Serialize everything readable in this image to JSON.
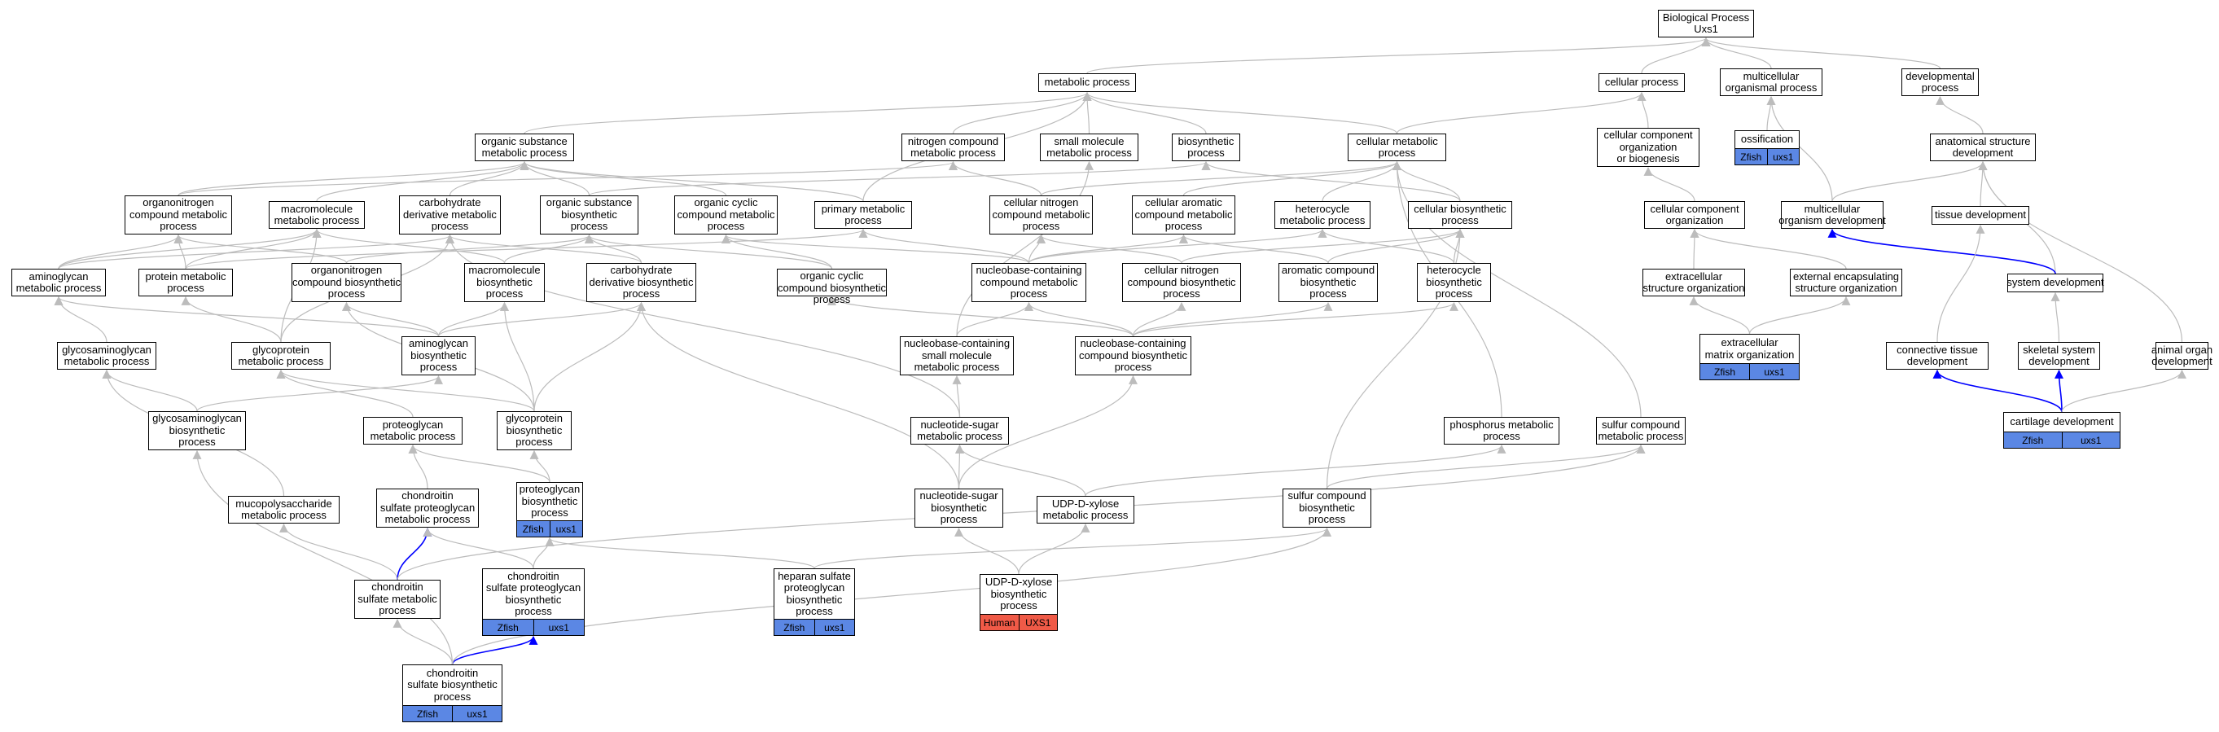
{
  "colors": {
    "edge": "#bcbcbc",
    "edge_highlight": "#0000ff",
    "zfish": "#5b87e4",
    "human": "#f05a47",
    "node_border": "#000000"
  },
  "nodes": [
    {
      "id": "bp",
      "lines": [
        "Biological Process",
        "Uxs1"
      ]
    },
    {
      "id": "metabolic",
      "lines": [
        "metabolic process"
      ]
    },
    {
      "id": "cellular",
      "lines": [
        "cellular process"
      ]
    },
    {
      "id": "multicellular_org",
      "lines": [
        "multicellular",
        "organismal process"
      ]
    },
    {
      "id": "developmental",
      "lines": [
        "developmental",
        "process"
      ]
    },
    {
      "id": "organic_sub_met",
      "lines": [
        "organic substance",
        "metabolic process"
      ]
    },
    {
      "id": "nitrogen_comp_met",
      "lines": [
        "nitrogen compound",
        "metabolic process"
      ]
    },
    {
      "id": "small_mol_met",
      "lines": [
        "small molecule",
        "metabolic process"
      ]
    },
    {
      "id": "biosynthetic",
      "lines": [
        "biosynthetic",
        "process"
      ]
    },
    {
      "id": "cellular_met",
      "lines": [
        "cellular metabolic",
        "process"
      ]
    },
    {
      "id": "cell_comp_org_bio",
      "lines": [
        "cellular component",
        "organization",
        "or biogenesis"
      ]
    },
    {
      "id": "ossification",
      "lines": [
        "ossification"
      ],
      "ann": {
        "species": "Zfish",
        "gene": "uxs1",
        "kind": "zfish"
      }
    },
    {
      "id": "anat_struct_dev",
      "lines": [
        "anatomical structure",
        "development"
      ]
    },
    {
      "id": "organonitrogen_met",
      "lines": [
        "organonitrogen",
        "compound metabolic",
        "process"
      ]
    },
    {
      "id": "macromolecule_met",
      "lines": [
        "macromolecule",
        "metabolic process"
      ]
    },
    {
      "id": "carb_deriv_met",
      "lines": [
        "carbohydrate",
        "derivative metabolic",
        "process"
      ]
    },
    {
      "id": "organic_sub_bio",
      "lines": [
        "organic substance",
        "biosynthetic",
        "process"
      ]
    },
    {
      "id": "organic_cyclic_met",
      "lines": [
        "organic cyclic",
        "compound metabolic",
        "process"
      ]
    },
    {
      "id": "primary_met",
      "lines": [
        "primary metabolic",
        "process"
      ]
    },
    {
      "id": "cell_nitrogen_met",
      "lines": [
        "cellular nitrogen",
        "compound metabolic",
        "process"
      ]
    },
    {
      "id": "cell_aromatic_met",
      "lines": [
        "cellular aromatic",
        "compound metabolic",
        "process"
      ]
    },
    {
      "id": "heterocycle_met",
      "lines": [
        "heterocycle",
        "metabolic process"
      ]
    },
    {
      "id": "cell_bio",
      "lines": [
        "cellular biosynthetic",
        "process"
      ]
    },
    {
      "id": "cell_comp_org",
      "lines": [
        "cellular component",
        "organization"
      ]
    },
    {
      "id": "multicell_org_dev",
      "lines": [
        "multicellular",
        "organism development"
      ]
    },
    {
      "id": "tissue_dev",
      "lines": [
        "tissue development"
      ]
    },
    {
      "id": "aminoglycan_met",
      "lines": [
        "aminoglycan",
        "metabolic process"
      ]
    },
    {
      "id": "protein_met",
      "lines": [
        "protein metabolic",
        "process"
      ]
    },
    {
      "id": "organonitrogen_bio",
      "lines": [
        "organonitrogen",
        "compound biosynthetic",
        "process"
      ]
    },
    {
      "id": "macromolecule_bio",
      "lines": [
        "macromolecule",
        "biosynthetic",
        "process"
      ]
    },
    {
      "id": "carb_deriv_bio",
      "lines": [
        "carbohydrate",
        "derivative biosynthetic",
        "process"
      ]
    },
    {
      "id": "organic_cyclic_bio",
      "lines": [
        "organic cyclic",
        "compound biosynthetic",
        "process"
      ]
    },
    {
      "id": "nucleobase_met",
      "lines": [
        "nucleobase-containing",
        "compound metabolic",
        "process"
      ]
    },
    {
      "id": "cell_nitrogen_bio",
      "lines": [
        "cellular nitrogen",
        "compound biosynthetic",
        "process"
      ]
    },
    {
      "id": "aromatic_bio",
      "lines": [
        "aromatic compound",
        "biosynthetic",
        "process"
      ]
    },
    {
      "id": "heterocycle_bio",
      "lines": [
        "heterocycle",
        "biosynthetic",
        "process"
      ]
    },
    {
      "id": "extracell_struct_org",
      "lines": [
        "extracellular",
        "structure organization"
      ]
    },
    {
      "id": "ext_encaps_org",
      "lines": [
        "external encapsulating",
        "structure organization"
      ]
    },
    {
      "id": "system_dev",
      "lines": [
        "system development"
      ]
    },
    {
      "id": "gag_met",
      "lines": [
        "glycosaminoglycan",
        "metabolic process"
      ]
    },
    {
      "id": "glycoprotein_met",
      "lines": [
        "glycoprotein",
        "metabolic process"
      ]
    },
    {
      "id": "aminoglycan_bio",
      "lines": [
        "aminoglycan",
        "biosynthetic",
        "process"
      ]
    },
    {
      "id": "nucleobase_small_met",
      "lines": [
        "nucleobase-containing",
        "small molecule",
        "metabolic process"
      ]
    },
    {
      "id": "nucleobase_bio",
      "lines": [
        "nucleobase-containing",
        "compound biosynthetic",
        "process"
      ]
    },
    {
      "id": "extracell_matrix_org",
      "lines": [
        "extracellular",
        "matrix organization"
      ],
      "ann": {
        "species": "Zfish",
        "gene": "uxs1",
        "kind": "zfish"
      }
    },
    {
      "id": "connective_tissue_dev",
      "lines": [
        "connective tissue",
        "development"
      ]
    },
    {
      "id": "skeletal_dev",
      "lines": [
        "skeletal system",
        "development"
      ]
    },
    {
      "id": "animal_organ_dev",
      "lines": [
        "animal organ",
        "development"
      ]
    },
    {
      "id": "gag_bio",
      "lines": [
        "glycosaminoglycan",
        "biosynthetic",
        "process"
      ]
    },
    {
      "id": "proteoglycan_met",
      "lines": [
        "proteoglycan",
        "metabolic process"
      ]
    },
    {
      "id": "glycoprotein_bio",
      "lines": [
        "glycoprotein",
        "biosynthetic",
        "process"
      ]
    },
    {
      "id": "nucleotide_sugar_met",
      "lines": [
        "nucleotide-sugar",
        "metabolic process"
      ]
    },
    {
      "id": "phosphorus_met",
      "lines": [
        "phosphorus metabolic",
        "process"
      ]
    },
    {
      "id": "sulfur_met",
      "lines": [
        "sulfur compound",
        "metabolic process"
      ]
    },
    {
      "id": "cartilage_dev",
      "lines": [
        "cartilage development"
      ],
      "ann": {
        "species": "Zfish",
        "gene": "uxs1",
        "kind": "zfish"
      }
    },
    {
      "id": "chondroitin_pg_met",
      "lines": [
        "chondroitin",
        "sulfate proteoglycan",
        "metabolic process"
      ]
    },
    {
      "id": "proteoglycan_bio",
      "lines": [
        "proteoglycan",
        "biosynthetic",
        "process"
      ],
      "ann": {
        "species": "Zfish",
        "gene": "uxs1",
        "kind": "zfish"
      }
    },
    {
      "id": "mucopolysacch_met",
      "lines": [
        "mucopolysaccharide",
        "metabolic process"
      ]
    },
    {
      "id": "nucleotide_sugar_bio",
      "lines": [
        "nucleotide-sugar",
        "biosynthetic",
        "process"
      ]
    },
    {
      "id": "udp_xylose_met",
      "lines": [
        "UDP-D-xylose",
        "metabolic process"
      ]
    },
    {
      "id": "sulfur_bio",
      "lines": [
        "sulfur compound",
        "biosynthetic",
        "process"
      ]
    },
    {
      "id": "chondroitin_sulfate_met",
      "lines": [
        "chondroitin",
        "sulfate metabolic",
        "process"
      ]
    },
    {
      "id": "chondroitin_pg_bio",
      "lines": [
        "chondroitin",
        "sulfate proteoglycan",
        "biosynthetic",
        "process"
      ],
      "ann": {
        "species": "Zfish",
        "gene": "uxs1",
        "kind": "zfish"
      }
    },
    {
      "id": "heparan_pg_bio",
      "lines": [
        "heparan sulfate",
        "proteoglycan",
        "biosynthetic",
        "process"
      ],
      "ann": {
        "species": "Zfish",
        "gene": "uxs1",
        "kind": "zfish"
      }
    },
    {
      "id": "udp_xylose_bio",
      "lines": [
        "UDP-D-xylose",
        "biosynthetic",
        "process"
      ],
      "ann": {
        "species": "Human",
        "gene": "UXS1",
        "kind": "human"
      }
    },
    {
      "id": "chondroitin_sulfate_bio",
      "lines": [
        "chondroitin",
        "sulfate biosynthetic",
        "process"
      ],
      "ann": {
        "species": "Zfish",
        "gene": "uxs1",
        "kind": "zfish"
      }
    }
  ],
  "edges": [
    {
      "from": "metabolic",
      "to": "bp"
    },
    {
      "from": "cellular",
      "to": "bp"
    },
    {
      "from": "multicellular_org",
      "to": "bp"
    },
    {
      "from": "developmental",
      "to": "bp"
    },
    {
      "from": "organic_sub_met",
      "to": "metabolic"
    },
    {
      "from": "nitrogen_comp_met",
      "to": "metabolic"
    },
    {
      "from": "small_mol_met",
      "to": "metabolic"
    },
    {
      "from": "biosynthetic",
      "to": "metabolic"
    },
    {
      "from": "cellular_met",
      "to": "metabolic"
    },
    {
      "from": "primary_met",
      "to": "metabolic"
    },
    {
      "from": "cellular_met",
      "to": "cellular"
    },
    {
      "from": "cell_comp_org_bio",
      "to": "cellular"
    },
    {
      "from": "ossification",
      "to": "multicellular_org"
    },
    {
      "from": "anat_struct_dev",
      "to": "developmental"
    },
    {
      "from": "organonitrogen_met",
      "to": "organic_sub_met"
    },
    {
      "from": "macromolecule_met",
      "to": "organic_sub_met"
    },
    {
      "from": "carb_deriv_met",
      "to": "organic_sub_met"
    },
    {
      "from": "organic_sub_bio",
      "to": "organic_sub_met"
    },
    {
      "from": "organic_cyclic_met",
      "to": "organic_sub_met"
    },
    {
      "from": "primary_met",
      "to": "organic_sub_met"
    },
    {
      "from": "organonitrogen_met",
      "to": "nitrogen_comp_met"
    },
    {
      "from": "cell_nitrogen_met",
      "to": "nitrogen_comp_met"
    },
    {
      "from": "nucleobase_small_met",
      "to": "small_mol_met"
    },
    {
      "from": "organic_sub_bio",
      "to": "biosynthetic"
    },
    {
      "from": "cell_bio",
      "to": "biosynthetic"
    },
    {
      "from": "cell_nitrogen_met",
      "to": "cellular_met"
    },
    {
      "from": "cell_aromatic_met",
      "to": "cellular_met"
    },
    {
      "from": "heterocycle_met",
      "to": "cellular_met"
    },
    {
      "from": "cell_bio",
      "to": "cellular_met"
    },
    {
      "from": "phosphorus_met",
      "to": "cellular_met"
    },
    {
      "from": "sulfur_met",
      "to": "cellular_met"
    },
    {
      "from": "cell_comp_org",
      "to": "cell_comp_org_bio"
    },
    {
      "from": "multicell_org_dev",
      "to": "multicellular_org"
    },
    {
      "from": "multicell_org_dev",
      "to": "anat_struct_dev"
    },
    {
      "from": "tissue_dev",
      "to": "anat_struct_dev"
    },
    {
      "from": "system_dev",
      "to": "anat_struct_dev"
    },
    {
      "from": "animal_organ_dev",
      "to": "anat_struct_dev"
    },
    {
      "from": "aminoglycan_met",
      "to": "organonitrogen_met"
    },
    {
      "from": "aminoglycan_met",
      "to": "macromolecule_met"
    },
    {
      "from": "aminoglycan_met",
      "to": "carb_deriv_met"
    },
    {
      "from": "protein_met",
      "to": "organonitrogen_met"
    },
    {
      "from": "protein_met",
      "to": "macromolecule_met"
    },
    {
      "from": "protein_met",
      "to": "primary_met"
    },
    {
      "from": "organonitrogen_bio",
      "to": "organonitrogen_met"
    },
    {
      "from": "organonitrogen_bio",
      "to": "organic_sub_bio"
    },
    {
      "from": "macromolecule_bio",
      "to": "macromolecule_met"
    },
    {
      "from": "macromolecule_bio",
      "to": "organic_sub_bio"
    },
    {
      "from": "carb_deriv_bio",
      "to": "carb_deriv_met"
    },
    {
      "from": "carb_deriv_bio",
      "to": "organic_sub_bio"
    },
    {
      "from": "organic_cyclic_bio",
      "to": "organic_cyclic_met"
    },
    {
      "from": "organic_cyclic_bio",
      "to": "organic_sub_bio"
    },
    {
      "from": "nucleobase_met",
      "to": "organic_cyclic_met"
    },
    {
      "from": "nucleobase_met",
      "to": "cell_nitrogen_met"
    },
    {
      "from": "nucleobase_met",
      "to": "cell_aromatic_met"
    },
    {
      "from": "nucleobase_met",
      "to": "heterocycle_met"
    },
    {
      "from": "nucleobase_met",
      "to": "primary_met"
    },
    {
      "from": "cell_nitrogen_bio",
      "to": "cell_nitrogen_met"
    },
    {
      "from": "cell_nitrogen_bio",
      "to": "cell_bio"
    },
    {
      "from": "aromatic_bio",
      "to": "cell_aromatic_met"
    },
    {
      "from": "aromatic_bio",
      "to": "cell_bio"
    },
    {
      "from": "heterocycle_bio",
      "to": "heterocycle_met"
    },
    {
      "from": "heterocycle_bio",
      "to": "cell_bio"
    },
    {
      "from": "extracell_struct_org",
      "to": "cell_comp_org"
    },
    {
      "from": "ext_encaps_org",
      "to": "cell_comp_org"
    },
    {
      "from": "system_dev",
      "to": "multicell_org_dev",
      "highlight": true
    },
    {
      "from": "gag_met",
      "to": "aminoglycan_met"
    },
    {
      "from": "glycoprotein_met",
      "to": "macromolecule_met"
    },
    {
      "from": "glycoprotein_met",
      "to": "carb_deriv_met"
    },
    {
      "from": "glycoprotein_met",
      "to": "protein_met"
    },
    {
      "from": "aminoglycan_bio",
      "to": "aminoglycan_met"
    },
    {
      "from": "aminoglycan_bio",
      "to": "organonitrogen_bio"
    },
    {
      "from": "aminoglycan_bio",
      "to": "macromolecule_bio"
    },
    {
      "from": "aminoglycan_bio",
      "to": "carb_deriv_bio"
    },
    {
      "from": "nucleobase_small_met",
      "to": "nucleobase_met"
    },
    {
      "from": "nucleobase_bio",
      "to": "organic_cyclic_bio"
    },
    {
      "from": "nucleobase_bio",
      "to": "nucleobase_met"
    },
    {
      "from": "nucleobase_bio",
      "to": "cell_nitrogen_bio"
    },
    {
      "from": "nucleobase_bio",
      "to": "aromatic_bio"
    },
    {
      "from": "nucleobase_bio",
      "to": "heterocycle_bio"
    },
    {
      "from": "extracell_matrix_org",
      "to": "extracell_struct_org"
    },
    {
      "from": "extracell_matrix_org",
      "to": "ext_encaps_org"
    },
    {
      "from": "connective_tissue_dev",
      "to": "tissue_dev"
    },
    {
      "from": "skeletal_dev",
      "to": "system_dev"
    },
    {
      "from": "gag_bio",
      "to": "gag_met"
    },
    {
      "from": "gag_bio",
      "to": "aminoglycan_bio"
    },
    {
      "from": "proteoglycan_met",
      "to": "glycoprotein_met"
    },
    {
      "from": "glycoprotein_bio",
      "to": "glycoprotein_met"
    },
    {
      "from": "glycoprotein_bio",
      "to": "macromolecule_bio"
    },
    {
      "from": "glycoprotein_bio",
      "to": "carb_deriv_bio"
    },
    {
      "from": "glycoprotein_bio",
      "to": "organonitrogen_bio"
    },
    {
      "from": "nucleotide_sugar_met",
      "to": "nucleobase_small_met"
    },
    {
      "from": "nucleotide_sugar_met",
      "to": "carb_deriv_met"
    },
    {
      "from": "cartilage_dev",
      "to": "connective_tissue_dev",
      "highlight": true
    },
    {
      "from": "cartilage_dev",
      "to": "skeletal_dev",
      "highlight": true
    },
    {
      "from": "cartilage_dev",
      "to": "animal_organ_dev"
    },
    {
      "from": "chondroitin_pg_met",
      "to": "proteoglycan_met"
    },
    {
      "from": "proteoglycan_bio",
      "to": "proteoglycan_met"
    },
    {
      "from": "proteoglycan_bio",
      "to": "glycoprotein_bio"
    },
    {
      "from": "mucopolysacch_met",
      "to": "gag_met"
    },
    {
      "from": "nucleotide_sugar_bio",
      "to": "nucleotide_sugar_met"
    },
    {
      "from": "nucleotide_sugar_bio",
      "to": "nucleobase_bio"
    },
    {
      "from": "nucleotide_sugar_bio",
      "to": "carb_deriv_bio"
    },
    {
      "from": "udp_xylose_met",
      "to": "nucleotide_sugar_met"
    },
    {
      "from": "udp_xylose_met",
      "to": "phosphorus_met"
    },
    {
      "from": "sulfur_bio",
      "to": "sulfur_met"
    },
    {
      "from": "sulfur_bio",
      "to": "cell_bio"
    },
    {
      "from": "chondroitin_sulfate_met",
      "to": "mucopolysacch_met"
    },
    {
      "from": "chondroitin_sulfate_met",
      "to": "chondroitin_pg_met",
      "highlight": true
    },
    {
      "from": "chondroitin_pg_bio",
      "to": "chondroitin_pg_met"
    },
    {
      "from": "chondroitin_pg_bio",
      "to": "proteoglycan_bio"
    },
    {
      "from": "heparan_pg_bio",
      "to": "proteoglycan_bio"
    },
    {
      "from": "heparan_pg_bio",
      "to": "sulfur_bio"
    },
    {
      "from": "udp_xylose_bio",
      "to": "nucleotide_sugar_bio"
    },
    {
      "from": "udp_xylose_bio",
      "to": "udp_xylose_met"
    },
    {
      "from": "chondroitin_sulfate_bio",
      "to": "chondroitin_sulfate_met"
    },
    {
      "from": "chondroitin_sulfate_bio",
      "to": "chondroitin_pg_bio",
      "highlight": true
    },
    {
      "from": "chondroitin_sulfate_bio",
      "to": "gag_bio"
    },
    {
      "from": "chondroitin_sulfate_bio",
      "to": "sulfur_bio"
    },
    {
      "from": "chondroitin_sulfate_met",
      "to": "sulfur_met"
    }
  ]
}
